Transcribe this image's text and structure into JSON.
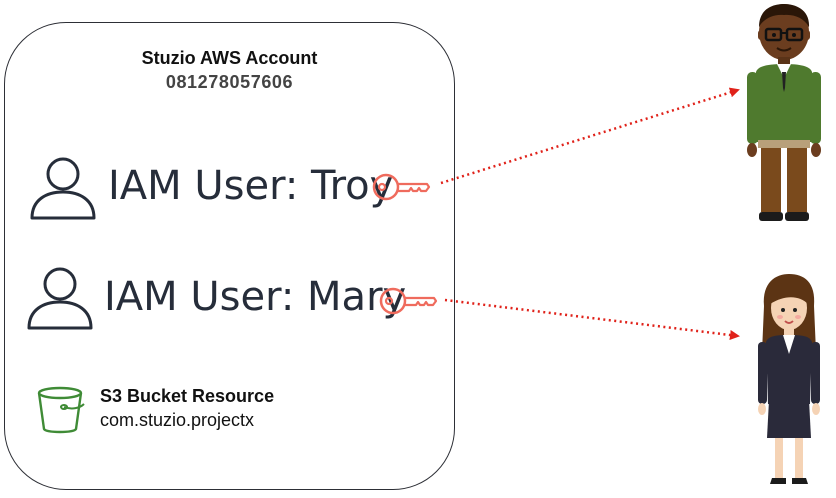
{
  "account": {
    "title": "Stuzio AWS Account",
    "id": "081278057606"
  },
  "users": [
    {
      "label": "IAM User: Troy",
      "icon": "user-outline-icon",
      "key_icon": "key-icon"
    },
    {
      "label": "IAM User: Mary",
      "icon": "user-outline-icon",
      "key_icon": "key-icon"
    }
  ],
  "bucket": {
    "title": "S3 Bucket Resource",
    "name": "com.stuzio.projectx",
    "icon": "s3-bucket-icon"
  },
  "people": [
    {
      "name": "man-person-illustration"
    },
    {
      "name": "woman-person-illustration"
    }
  ],
  "colors": {
    "border": "#2d2f36",
    "key": "#ef6b5d",
    "arrow": "#e0221a",
    "bucket": "#3f8b36",
    "label": "#262d3a"
  }
}
